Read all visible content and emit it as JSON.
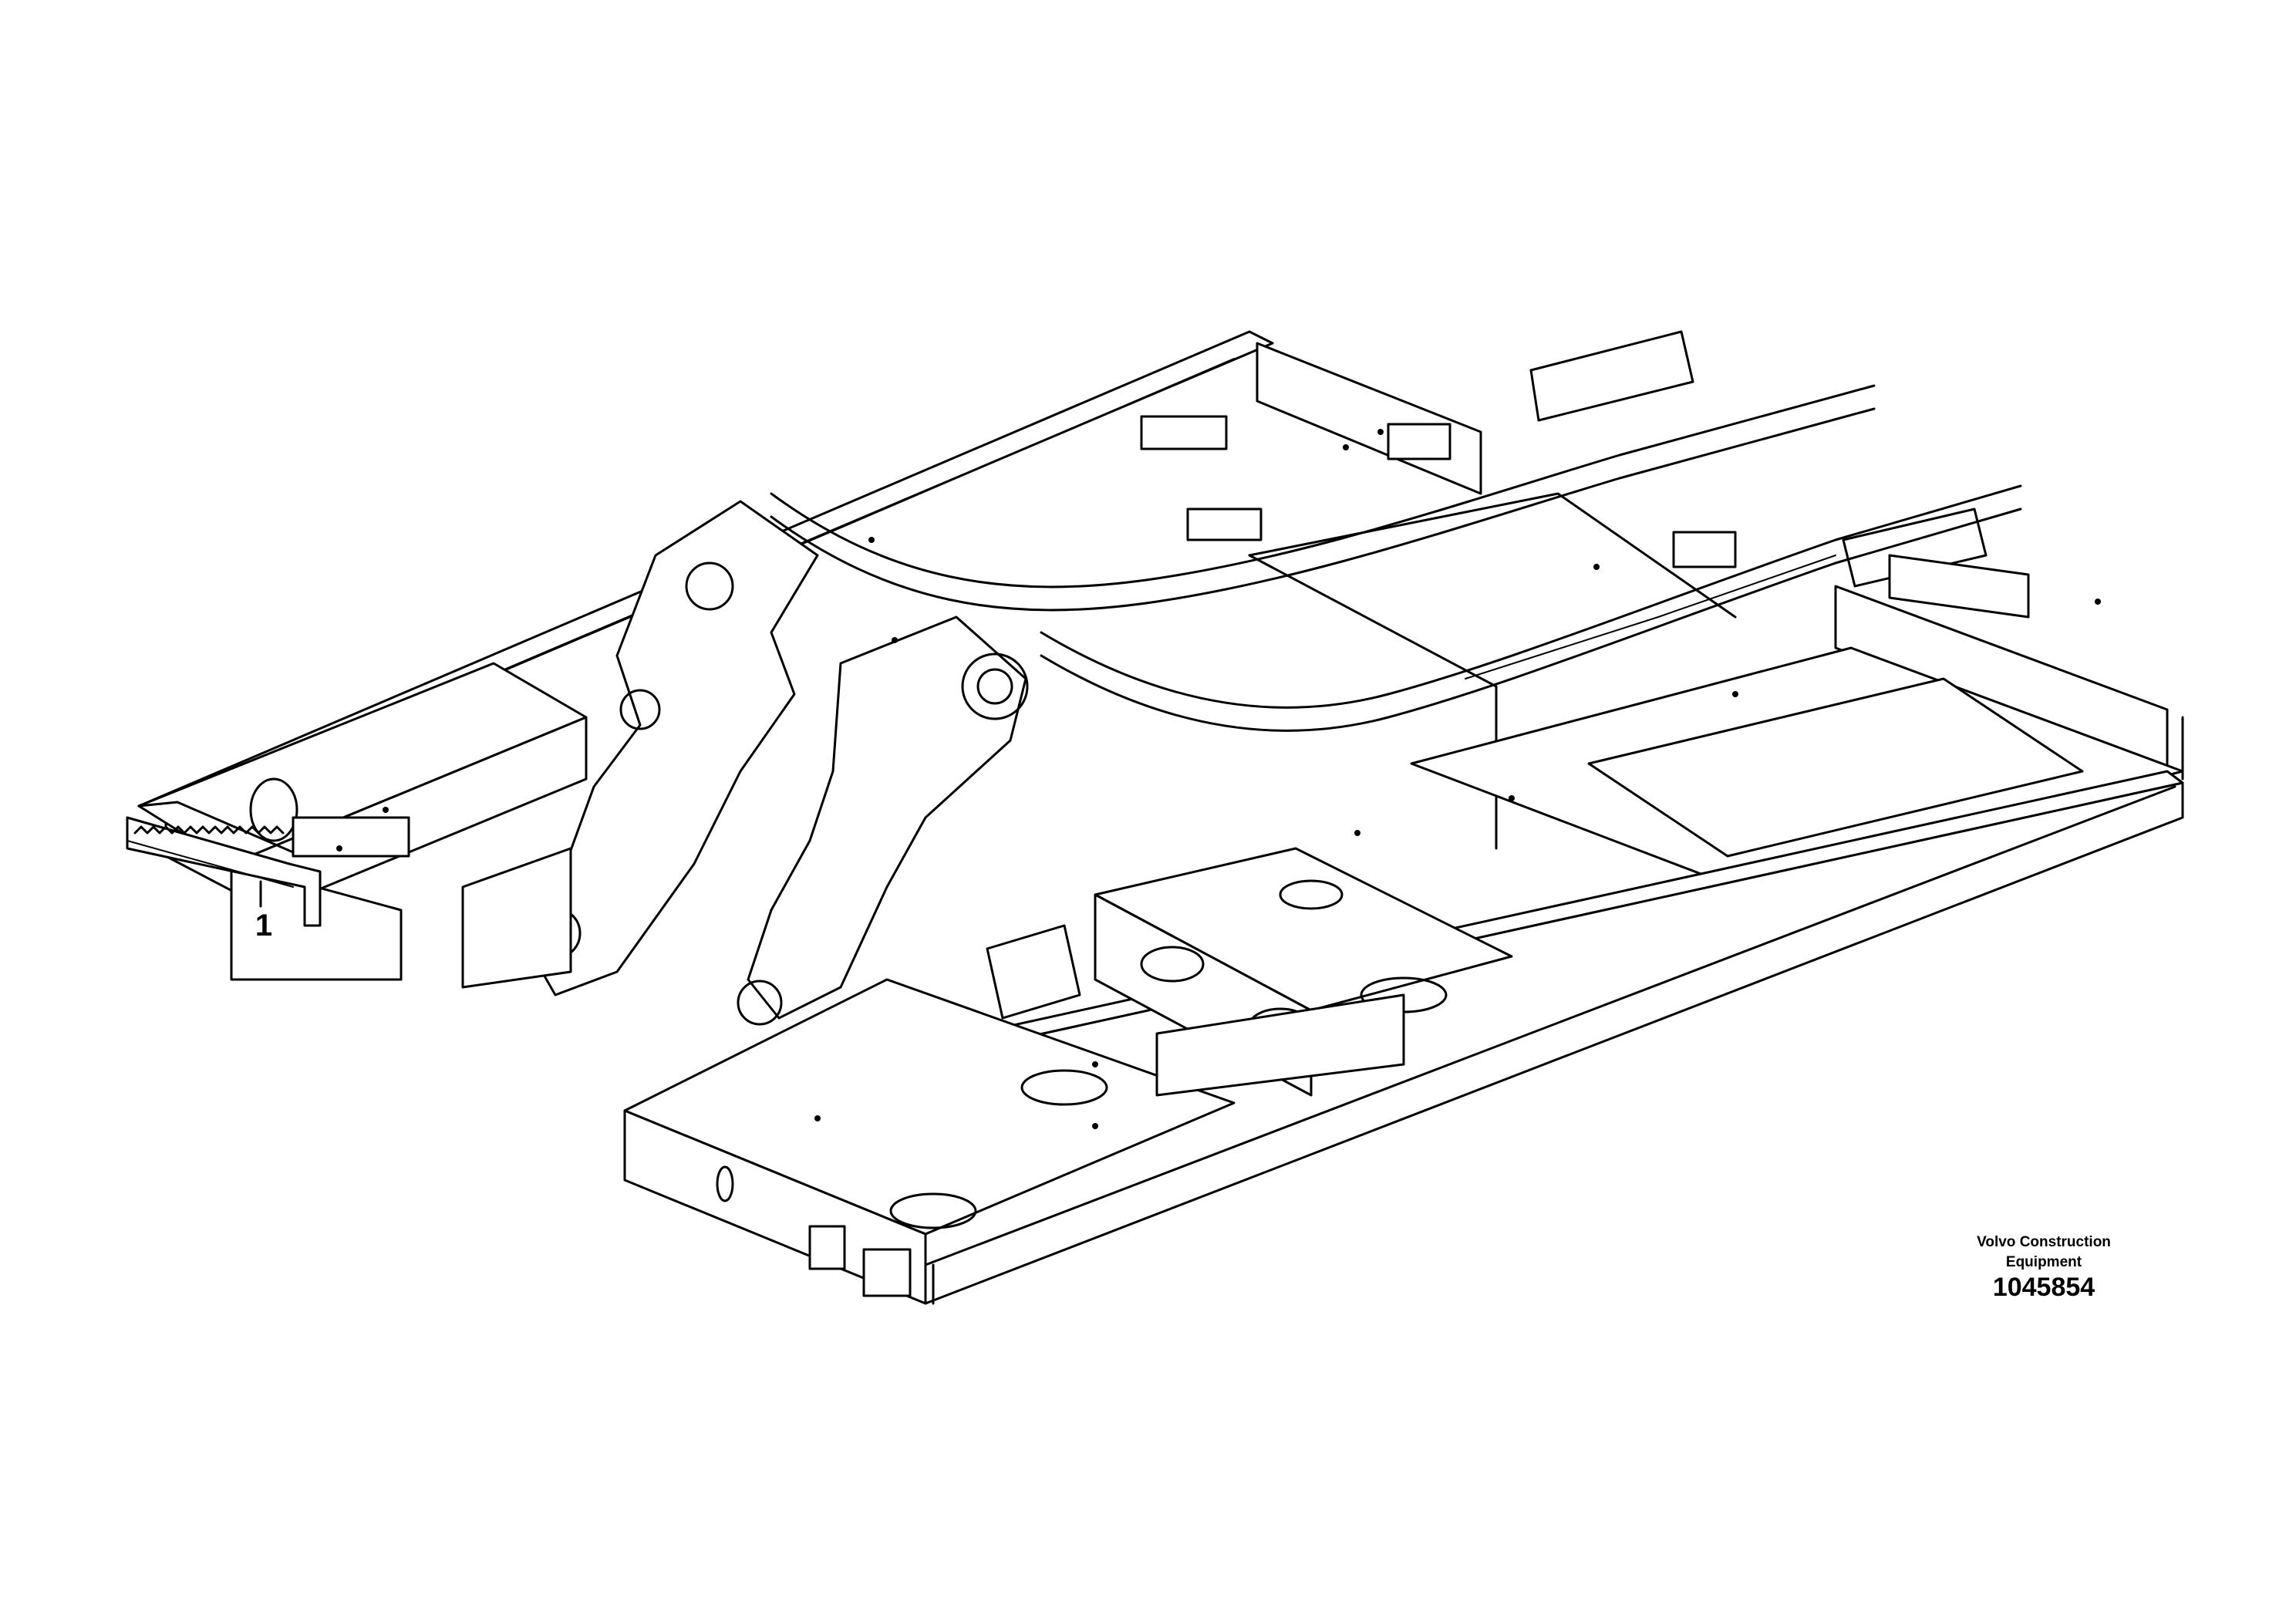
{
  "callouts": [
    {
      "number": "1"
    }
  ],
  "footer": {
    "brand_line1": "Volvo Construction",
    "brand_line2": "Equipment",
    "document_number": "1045854"
  }
}
